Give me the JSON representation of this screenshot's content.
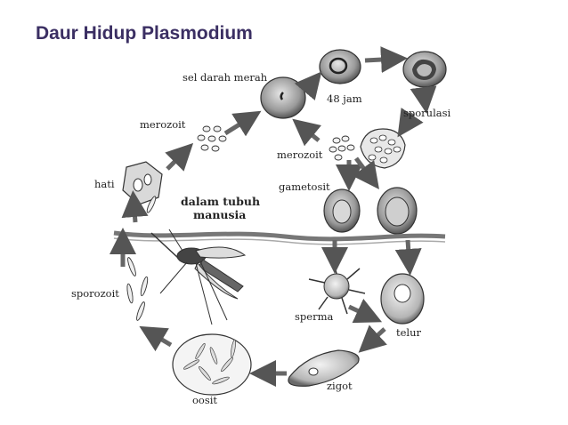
{
  "title": "Daur Hidup Plasmodium",
  "labels": {
    "sel_darah_merah": "sel darah merah",
    "jam48": "48 jam",
    "sporulasi": "sporulasi",
    "merozoit_top": "merozoit",
    "merozoit_mid": "merozoit",
    "gametosit": "gametosit",
    "hati": "hati",
    "dalam_tubuh": "dalam tubuh",
    "manusia": "manusia",
    "sporozoit": "sporozoit",
    "sperma": "sperma",
    "telur": "telur",
    "zigot": "zigot",
    "oosit": "oosit"
  }
}
